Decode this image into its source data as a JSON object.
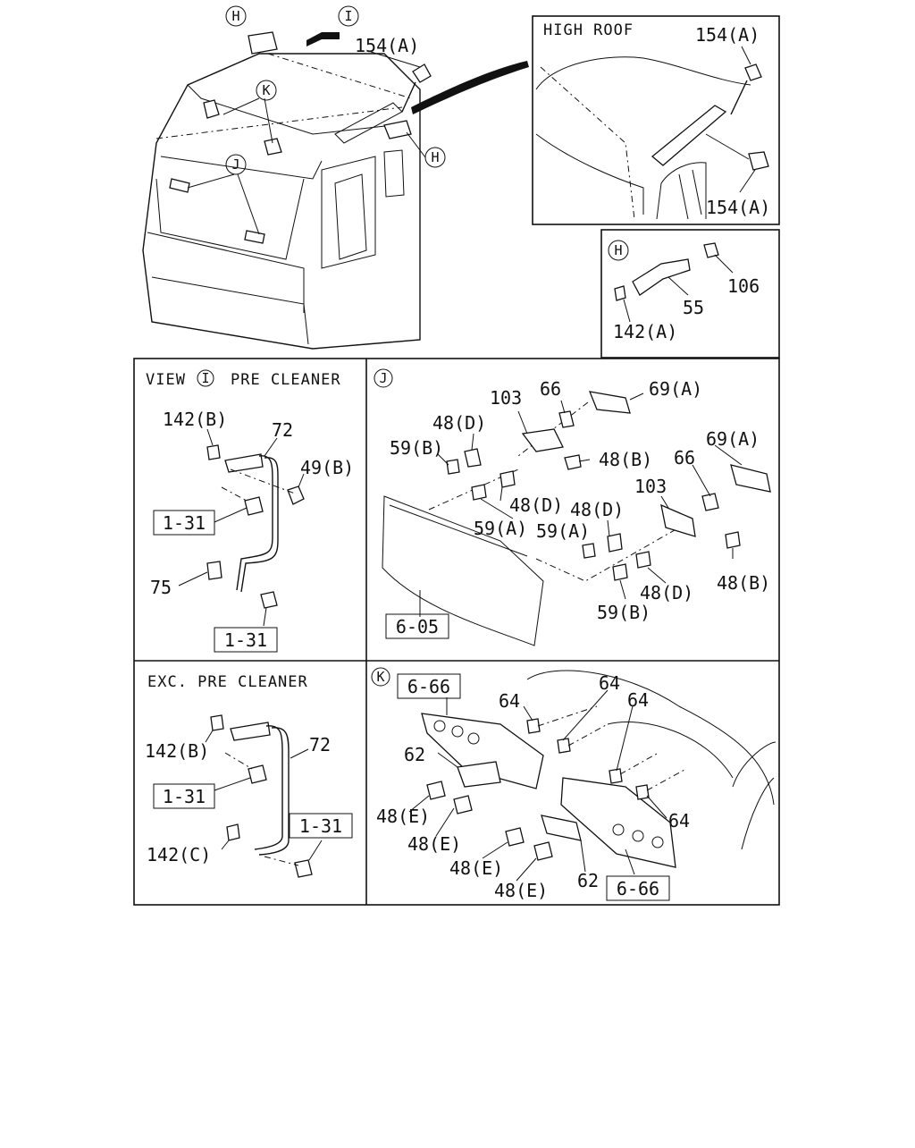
{
  "callouts": {
    "H": "H",
    "I": "I",
    "J": "J",
    "K": "K"
  },
  "panels": {
    "main": {
      "label_154a": "154(A)"
    },
    "high_roof": {
      "title": "HIGH ROOF",
      "label_154a_top": "154(A)",
      "label_154a_bottom": "154(A)"
    },
    "h_detail": {
      "label_106": "106",
      "label_55": "55",
      "label_142a": "142(A)"
    },
    "view_i": {
      "title_prefix": "VIEW",
      "title_suffix": "PRE CLEANER",
      "label_142b": "142(B)",
      "label_72": "72",
      "label_49b": "49(B)",
      "ref_131_top": "1-31",
      "label_75": "75",
      "ref_131_bottom": "1-31"
    },
    "j_detail": {
      "label_103_left": "103",
      "label_66_left": "66",
      "label_69a_top": "69(A)",
      "label_48d_top": "48(D)",
      "label_59b_left": "59(B)",
      "label_48b_mid": "48(B)",
      "label_66_right": "66",
      "label_69a_right": "69(A)",
      "label_48d_mid": "48(D)",
      "label_103_right": "103",
      "label_48d_right": "48(D)",
      "label_59a_left": "59(A)",
      "label_59a_right": "59(A)",
      "label_48d_bottom": "48(D)",
      "label_48b_bottom": "48(B)",
      "label_59b_bottom": "59(B)",
      "ref_605": "6-05"
    },
    "exc": {
      "title": "EXC. PRE CLEANER",
      "label_142b": "142(B)",
      "label_72": "72",
      "ref_131_left": "1-31",
      "ref_131_right": "1-31",
      "label_142c": "142(C)"
    },
    "k_detail": {
      "ref_666_top": "6-66",
      "label_64_a": "64",
      "label_64_b": "64",
      "label_64_c": "64",
      "label_62_left": "62",
      "label_64_d": "64",
      "label_48e_1": "48(E)",
      "label_48e_2": "48(E)",
      "label_48e_3": "48(E)",
      "label_48e_4": "48(E)",
      "label_62_bottom": "62",
      "ref_666_bottom": "6-66"
    }
  }
}
